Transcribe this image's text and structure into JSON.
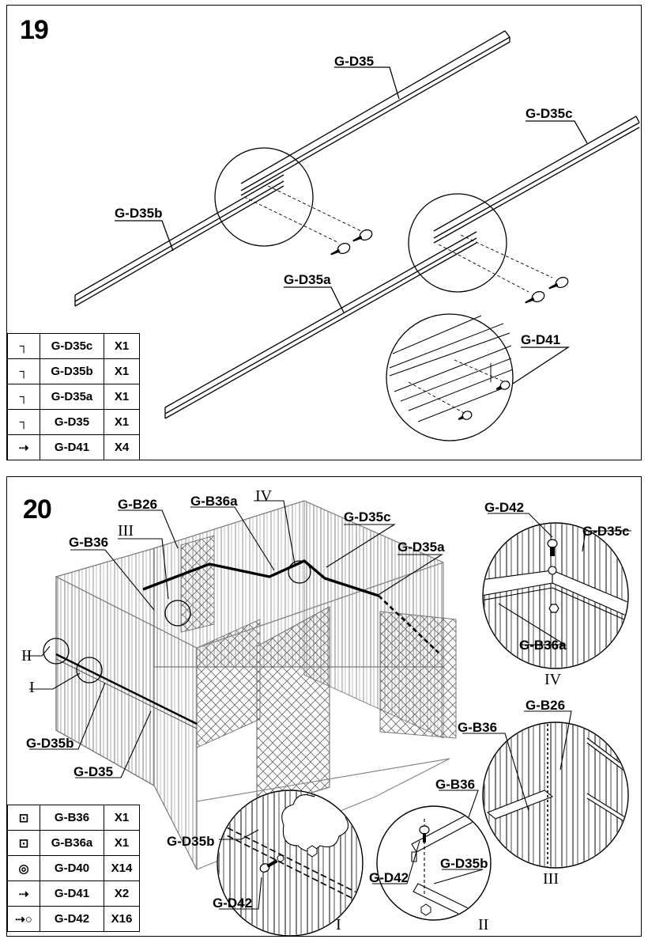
{
  "step19": {
    "number": "19",
    "labels": {
      "d35": "G-D35",
      "d35c": "G-D35c",
      "d35b": "G-D35b",
      "d35a": "G-D35a",
      "d41": "G-D41"
    },
    "parts": [
      {
        "icon": "angle-bracket-icon",
        "code": "G-D35c",
        "qty": "X1"
      },
      {
        "icon": "angle-bracket-icon",
        "code": "G-D35b",
        "qty": "X1"
      },
      {
        "icon": "angle-bracket-icon",
        "code": "G-D35a",
        "qty": "X1"
      },
      {
        "icon": "angle-bracket-icon",
        "code": "G-D35",
        "qty": "X1"
      },
      {
        "icon": "screw-icon",
        "code": "G-D41",
        "qty": "X4"
      }
    ]
  },
  "step20": {
    "number": "20",
    "labels": {
      "b26": "G-B26",
      "b36a": "G-B36a",
      "b36": "G-B36",
      "d35c": "G-D35c",
      "d35a": "G-D35a",
      "d35b": "G-D35b",
      "d35": "G-D35",
      "d42": "G-D42",
      "r1": "I",
      "r2": "II",
      "r3": "III",
      "r4": "IV"
    },
    "parts": [
      {
        "icon": "plate-icon",
        "code": "G-B36",
        "qty": "X1"
      },
      {
        "icon": "plate-icon",
        "code": "G-B36a",
        "qty": "X1"
      },
      {
        "icon": "washer-icon",
        "code": "G-D40",
        "qty": "X14"
      },
      {
        "icon": "screw-icon",
        "code": "G-D41",
        "qty": "X2"
      },
      {
        "icon": "bolt-nut-icon",
        "code": "G-D42",
        "qty": "X16"
      }
    ]
  }
}
